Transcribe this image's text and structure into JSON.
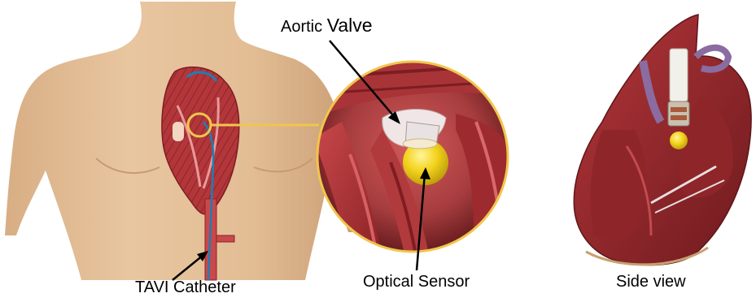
{
  "labels": {
    "aortic_prefix": "Aortic",
    "aortic_suffix": "Valve",
    "catheter": "TAVI Catheter",
    "sensor": "Optical Sensor",
    "side_view": "Side view"
  },
  "colors": {
    "skin": "#e2bd94",
    "skin_shadow": "#c99c73",
    "myocardium": "#b3363a",
    "myocardium_dark": "#7c1d22",
    "zoom_ring": "#f0c64c",
    "sensor_yellow": "#f4d21c",
    "catheter_blue": "#1d7fb5",
    "valve_white": "#eeeaea",
    "vessel_purple": "#8a6ca0"
  }
}
